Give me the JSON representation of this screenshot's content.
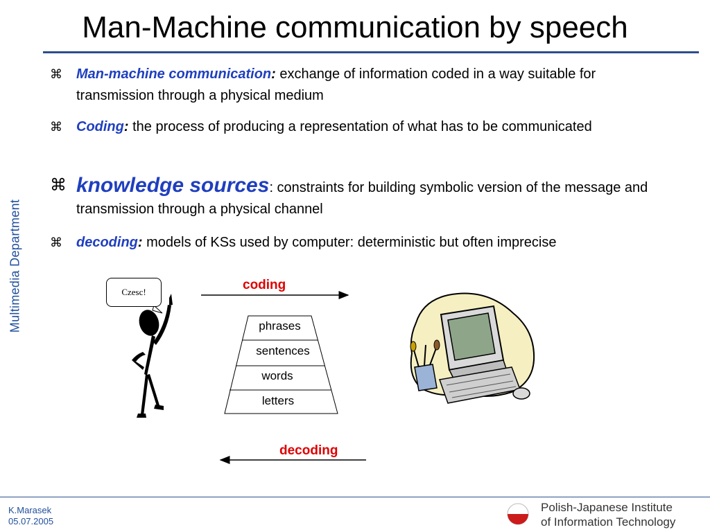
{
  "title": "Man-Machine communication by speech",
  "side_label": "Multimedia Department",
  "bullets": [
    {
      "mark": "⌘",
      "term": "Man-machine communication",
      "colon": ":",
      "text": " exchange of information coded in a way suitable for transmission through a physical medium"
    },
    {
      "mark": "⌘",
      "term": "Coding",
      "colon": ":",
      "text": " the process of producing a representation of what has to be communicated"
    },
    {
      "mark": "⌘",
      "term": "knowledge sources",
      "colon": "",
      "text": ": constraints for building symbolic version of the message and transmission through a physical channel"
    },
    {
      "mark": "⌘",
      "term": "decoding",
      "colon": ":",
      "text": " models of KSs used by computer: deterministic but often imprecise"
    }
  ],
  "diagram": {
    "speech_bubble": "Czesc!",
    "coding_label": "coding",
    "decoding_label": "decoding",
    "levels": [
      "phrases",
      "sentences",
      "words",
      "letters"
    ]
  },
  "footer": {
    "author": "K.Marasek",
    "date": "05.07.2005",
    "institute_line1": "Polish-Japanese Institute",
    "institute_line2": "of Information Technology"
  },
  "colors": {
    "accent_blue": "#1f3fbf",
    "rule_blue": "#2b4e8c",
    "label_red": "#e00000"
  }
}
